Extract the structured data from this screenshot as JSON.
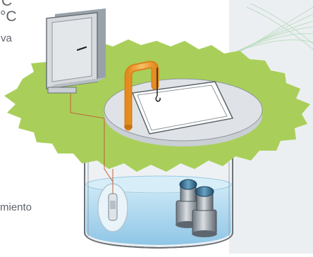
{
  "fragments": {
    "line1": "C",
    "line2": "°C",
    "line3": "va",
    "line4": "miento"
  },
  "colors": {
    "grass": "#a9cf5a",
    "lid": "#d8dde2",
    "water": "#bfe0f2",
    "pipe": "#f3a63b",
    "sensor_cable": "#c0623c",
    "pump": "#3d6e8a",
    "controller": "#d6dade"
  }
}
